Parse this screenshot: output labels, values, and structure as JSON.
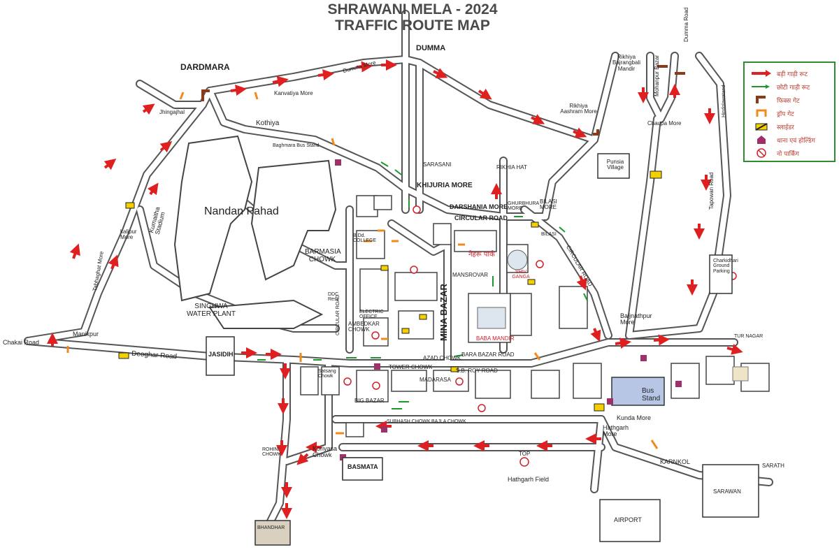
{
  "title": {
    "line1": "SHRAWANI MELA - 2024",
    "line2": "TRAFFIC ROUTE MAP"
  },
  "legend": {
    "big_vehicle": "बड़ी गाड़ी रूट",
    "small_vehicle": "छोटी गाड़ी रूट",
    "fixed_gate": "फिक्स गेट",
    "drop_gate": "ड्रॉप गेट",
    "slider": "स्लाईडर",
    "police_station": "थाना एवं होल्डिंग",
    "no_parking": "नो पार्किंग"
  },
  "colors": {
    "big_route": "#e02020",
    "small_route": "#1a9a2a",
    "fixed_gate": "#8b3a1a",
    "drop_gate": "#f08a1a",
    "police": "#a0306a",
    "road": "#444444",
    "legend_border": "#2e8b2e"
  },
  "places": {
    "dardmara": "DARDMARA",
    "dumma": "DUMMA",
    "dumma_road": "Dumma Road",
    "dumma_more": "Dumma More",
    "kanvatiya": "Kanvatiya More",
    "jhingajhal": "Jhingajhal",
    "kothiya": "Kothiya",
    "baghmara": "Baghmara Bus Stand",
    "rikhiya_bajrangbali": "Rikhiya Bajrangbali Mandir",
    "mohanpur_bazar": "Mohanpur Bazar",
    "hindolwatand": "Hindolawatand",
    "chaupa_more": "Chaupa More",
    "rikhiya_ashram": "Rikhiya Aashram More",
    "punsia": "Punsia Village",
    "sarasani": "SARASANI",
    "khijuria": "KHIJURIA MORE",
    "rikhia_hat": "RIKHIA HAT",
    "darshania": "DARSHANIA MORE",
    "bilasi_more": "BILASI MORE",
    "ghurbhura": "GHURBHURA MORE",
    "circular_road": "CIRCULAR ROAD",
    "nandan_pahad": "Nandan Pahad",
    "kumaitha": "Kumaitha Stadium",
    "kalipur": "kalipur More",
    "barmasia": "BARMASIA CHOWK",
    "singhwa": "SINGHWA WATER PLANT",
    "tabhaghat": "Tabhaghat More",
    "manikpur": "Manikpur",
    "chakai": "Chakai Road",
    "deoghar_road": "Deoghar Road",
    "jasidih": "JASIDIH",
    "bd_college": "B.Dd. COLLEGE",
    "ddc_resi": "DDC Resi.",
    "circular_road_v": "CIRCULAR ROAD",
    "ambedkar": "AMBEDKAR CHOWK",
    "electric": "ELECTRIC OFFICE",
    "mansrovar": "MANSROVAR",
    "mina_bazar": "MINA BAZAR",
    "nehru_park": "नेहरू पार्क",
    "shiv_ganga": "SHIV GANGA",
    "baba_mandir": "BABA MANDIR",
    "azad_chowk": "AZAD CHOWK",
    "bara_bazar": "BARA BAZAR ROAD",
    "tower_chowk": "TOWER CHOWK",
    "sb_roy": "S.B. ROY ROAD",
    "madarasa": "MADARASA",
    "big_bazar": "BIG BAZAR",
    "subhash": "SUBHASH CHOWK",
    "bajla": "BAJLA CHOWK",
    "satsang": "Satsang Chowk",
    "rohini_chowk": "ROHINI CHOWK",
    "koriyasa": "Koriyasa Chowk",
    "basmata": "BASMATA",
    "hathgarh_field": "Hathgarh Field",
    "top": "TOP",
    "baijnathpur": "Baijnathpur More",
    "bus_stand": "Bus Stand",
    "kunda": "Kunda More",
    "hathgarh_more": "Hathgarh More",
    "karnkol": "KARNKOL",
    "sarath": "SARATH",
    "sarawan": "SARAWAN",
    "airport": "AIRPORT",
    "tapowan": "Tapowan Road",
    "charkidhari": "Charkidhari Ground Parking",
    "tur_nagar": "TUR NAGAR",
    "bilasi": "BILASI",
    "bamanbandh": "BHANDHAR"
  }
}
